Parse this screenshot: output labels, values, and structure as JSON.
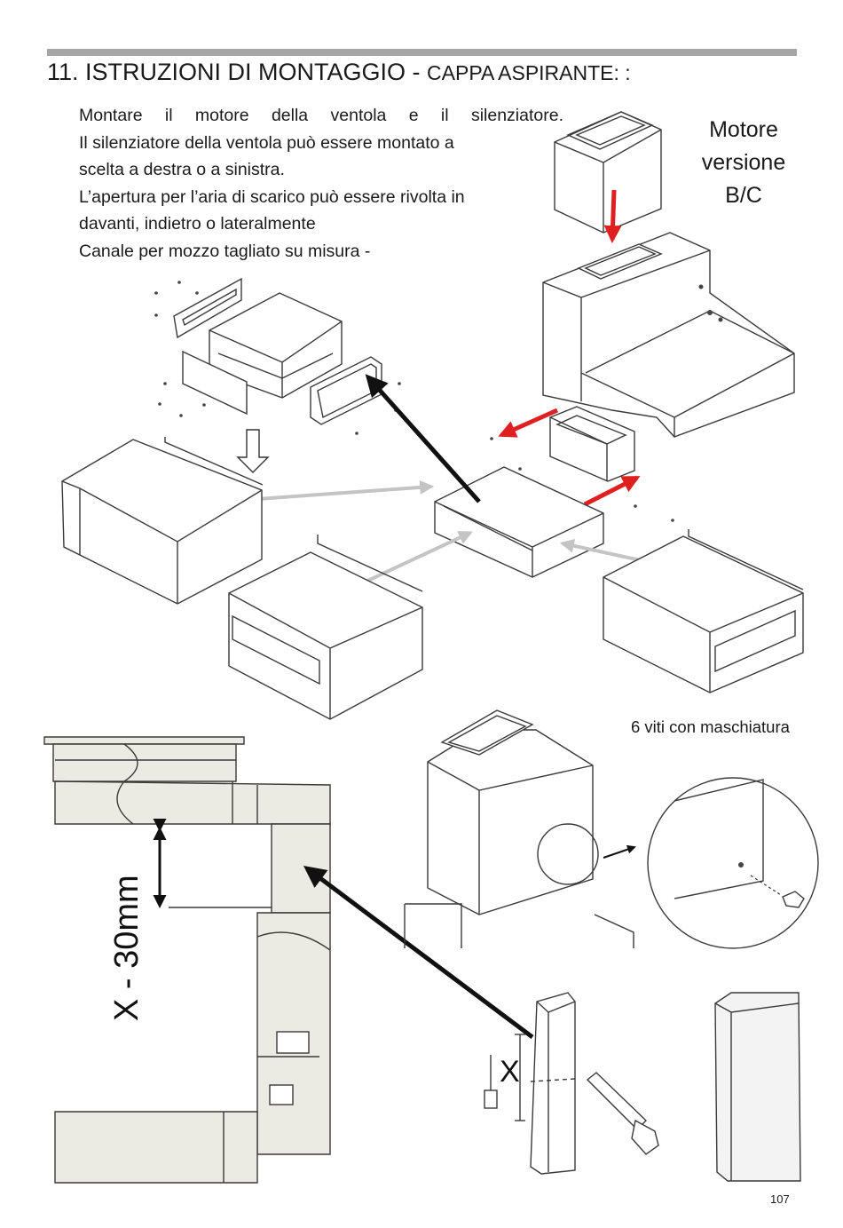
{
  "header": {
    "title_main": "11. ISTRUZIONI DI MONTAGGIO - ",
    "title_sub": "CAPPA ASPIRANTE: :"
  },
  "intro": {
    "lines": [
      "Montare il motore della ventola e il silenziatore.",
      "Il silenziatore della ventola può essere montato a",
      "scelta a destra o a sinistra.",
      "L’apertura per l’aria di scarico può essere rivolta in",
      "davanti, indietro o lateralmente",
      "Canale per mozzo tagliato su misura -"
    ]
  },
  "motor_label": {
    "line1": "Motore",
    "line2": "versione",
    "line3": "B/C"
  },
  "figure_labels": {
    "x_minus": "X - 30mm",
    "x": "X"
  },
  "screw_label": "6 viti con maschiatura",
  "page_number": "107",
  "colors": {
    "arrow_red": "#e02020",
    "arrow_black": "#111111",
    "arrow_grey": "#c4c4c4",
    "rule_grey": "#a6a6a6"
  }
}
